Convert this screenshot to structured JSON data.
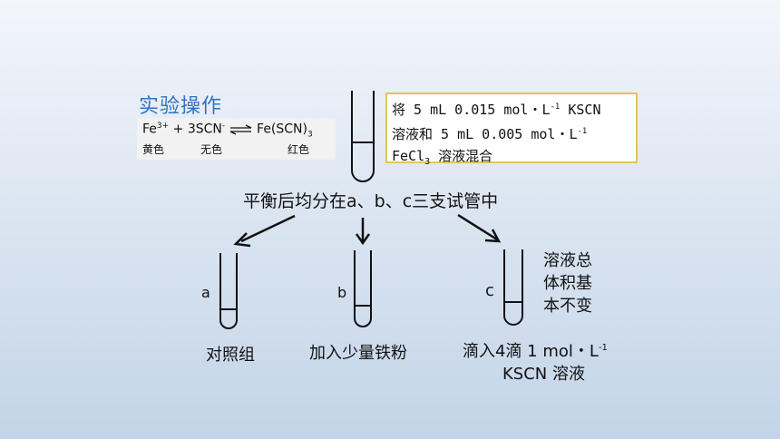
{
  "title": "实验操作",
  "equation": {
    "reactant1": "Fe",
    "reactant1_charge": "3+",
    "plus": "+",
    "reactant2": "3SCN",
    "reactant2_charge": "-",
    "product": "Fe(SCN)",
    "product_sub": "3",
    "label_fe": "黄色",
    "label_scn": "无色",
    "label_product": "红色"
  },
  "info": {
    "line1_pre": "将 5 mL 0.015 mol・L",
    "line1_sup": "-1",
    "line1_post": " KSCN",
    "line2_pre": "溶液和 5 mL 0.005 mol・L",
    "line2_sup": "-1",
    "line3_pre": "FeCl",
    "line3_sub": "3",
    "line3_post": " 溶液混合"
  },
  "split_text": "平衡后均分在a、b、c三支试管中",
  "tubes": [
    {
      "letter": "a",
      "caption": "对照组"
    },
    {
      "letter": "b",
      "caption": "加入少量铁粉"
    },
    {
      "letter": "c",
      "caption_line1_pre": "滴入4滴 1 mol・L",
      "caption_line1_sup": "-1",
      "caption_line2": "KSCN 溶液"
    }
  ],
  "note_lines": [
    "溶液总",
    "体积基",
    "本不变"
  ],
  "colors": {
    "title": "#2f74c0",
    "box_border": "#e8c25a"
  }
}
